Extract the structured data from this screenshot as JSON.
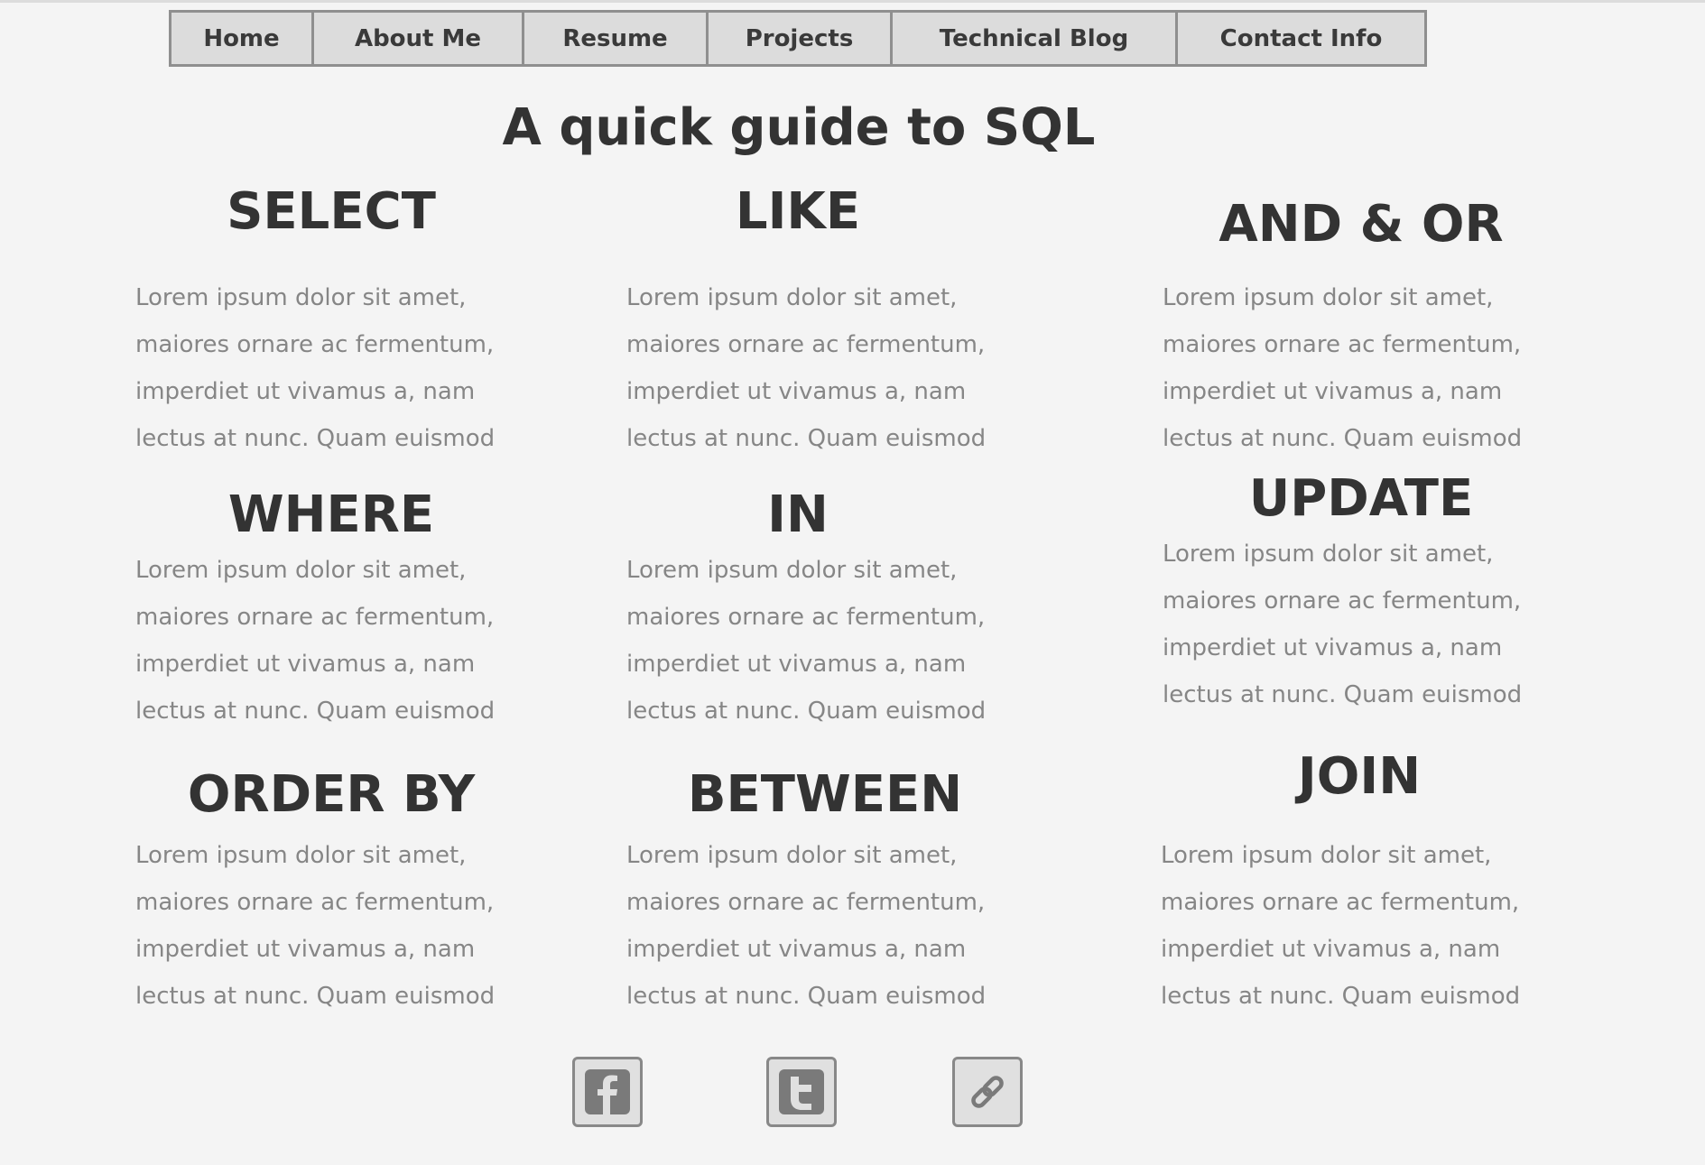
{
  "nav": {
    "items": [
      {
        "label": "Home"
      },
      {
        "label": "About Me"
      },
      {
        "label": "Resume"
      },
      {
        "label": "Projects"
      },
      {
        "label": "Technical Blog"
      },
      {
        "label": "Contact Info"
      }
    ]
  },
  "page": {
    "title": "A quick guide to SQL"
  },
  "sections": [
    {
      "heading": "SELECT",
      "lines": [
        "Lorem ipsum dolor sit amet,",
        "maiores ornare ac fermentum,",
        "imperdiet ut vivamus a, nam",
        "lectus at nunc. Quam euismod"
      ]
    },
    {
      "heading": "LIKE",
      "lines": [
        "Lorem ipsum dolor sit amet,",
        "maiores ornare ac fermentum,",
        "imperdiet ut vivamus a, nam",
        "lectus at nunc. Quam euismod"
      ]
    },
    {
      "heading": "AND & OR",
      "lines": [
        "Lorem ipsum dolor sit amet,",
        "maiores ornare ac fermentum,",
        "imperdiet ut vivamus a, nam",
        "lectus at nunc. Quam euismod"
      ]
    },
    {
      "heading": "WHERE",
      "lines": [
        "Lorem ipsum dolor sit amet,",
        "maiores ornare ac fermentum,",
        "imperdiet ut vivamus a, nam",
        "lectus at nunc. Quam euismod"
      ]
    },
    {
      "heading": "IN",
      "lines": [
        "Lorem ipsum dolor sit amet,",
        "maiores ornare ac fermentum,",
        "imperdiet ut vivamus a, nam",
        "lectus at nunc. Quam euismod"
      ]
    },
    {
      "heading": "UPDATE",
      "lines": [
        "Lorem ipsum dolor sit amet,",
        "maiores ornare ac fermentum,",
        "imperdiet ut vivamus a, nam",
        "lectus at nunc. Quam euismod"
      ]
    },
    {
      "heading": "ORDER BY",
      "lines": [
        "Lorem ipsum dolor sit amet,",
        "maiores ornare ac fermentum,",
        "imperdiet ut vivamus a, nam",
        "lectus at nunc. Quam euismod"
      ]
    },
    {
      "heading": "BETWEEN",
      "lines": [
        "Lorem ipsum dolor sit amet,",
        "maiores ornare ac fermentum,",
        "imperdiet ut vivamus a, nam",
        "lectus at nunc. Quam euismod"
      ]
    },
    {
      "heading": "JOIN",
      "lines": [
        "Lorem ipsum dolor sit amet,",
        "maiores ornare ac fermentum,",
        "imperdiet ut vivamus a, nam",
        "lectus at nunc. Quam euismod"
      ]
    }
  ],
  "social": {
    "icons": [
      "facebook-icon",
      "twitter-icon",
      "link-icon"
    ]
  },
  "colors": {
    "background": "#f4f4f4",
    "heading": "#333333",
    "body_text": "#868686",
    "nav_bg": "#dcdcdc",
    "nav_border": "#8f8f8f"
  }
}
